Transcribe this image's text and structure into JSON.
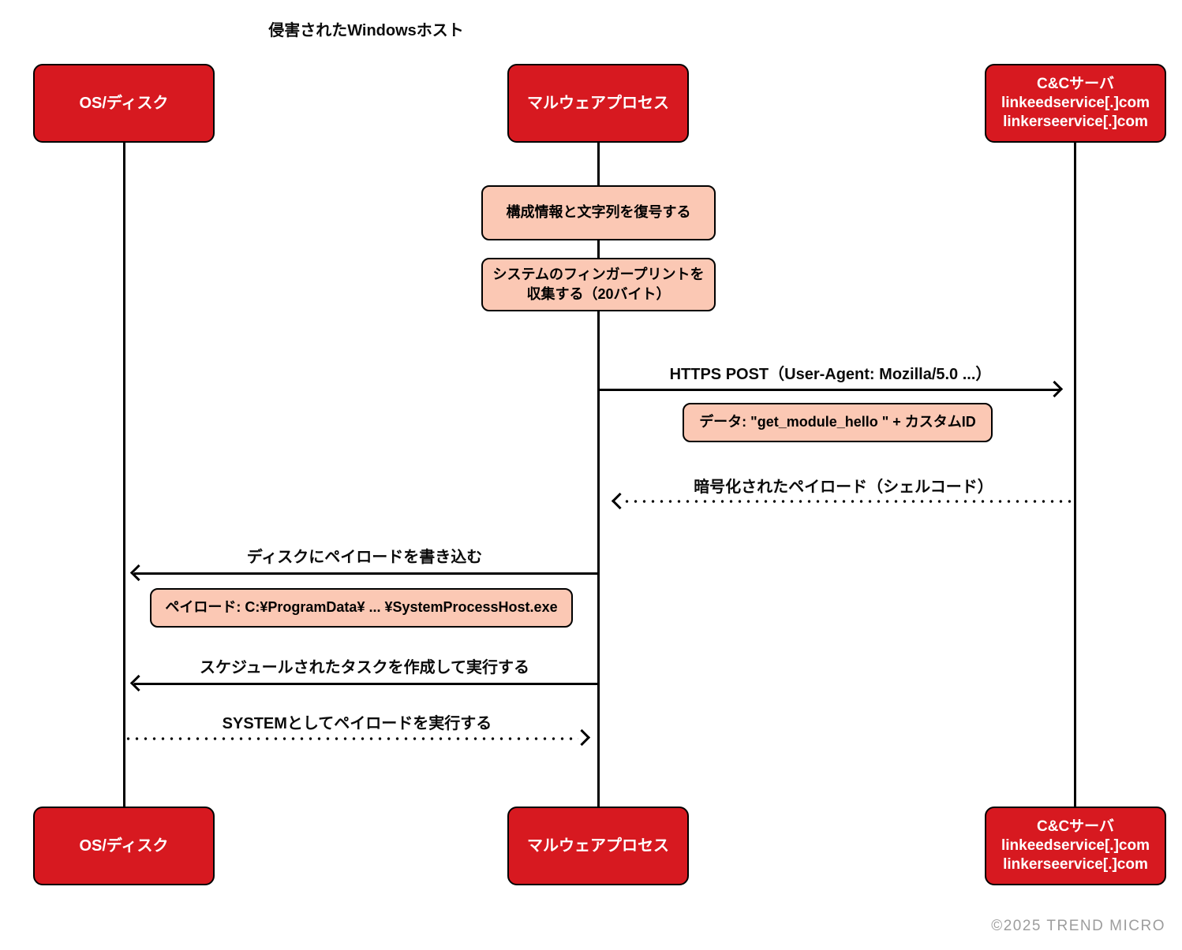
{
  "diagram_title": "侵害されたWindowsホスト",
  "actors": {
    "os": {
      "label": "OS/ディスク"
    },
    "malware": {
      "label": "マルウェアプロセス"
    },
    "cc": {
      "label_line1": "C&Cサーバ",
      "label_line2": "linkeedservice[.]com",
      "label_line3": "linkerseervice[.]com"
    }
  },
  "self_notes": {
    "decode_config": "構成情報と文字列を復号する",
    "fingerprint_line1": "システムのフィンガープリントを",
    "fingerprint_line2": "収集する（20バイト）"
  },
  "messages": {
    "https_post": "HTTPS POST（User-Agent: Mozilla/5.0 ...）",
    "post_data_note": "データ: \"get_module_hello \" + カスタムID",
    "encrypted_payload": "暗号化されたペイロード（シェルコード）",
    "write_payload": "ディスクにペイロードを書き込む",
    "payload_path_note": "ペイロード: C:¥ProgramData¥ ... ¥SystemProcessHost.exe",
    "create_scheduled_task": "スケジュールされたタスクを作成して実行する",
    "execute_as_system": "SYSTEMとしてペイロードを実行する"
  },
  "colors": {
    "actor_fill": "#D71920",
    "note_fill": "#FBC8B4",
    "line": "#000000",
    "copyright_text": "#9D9D9D"
  },
  "footer": {
    "copyright": "©2025 TREND MICRO"
  }
}
